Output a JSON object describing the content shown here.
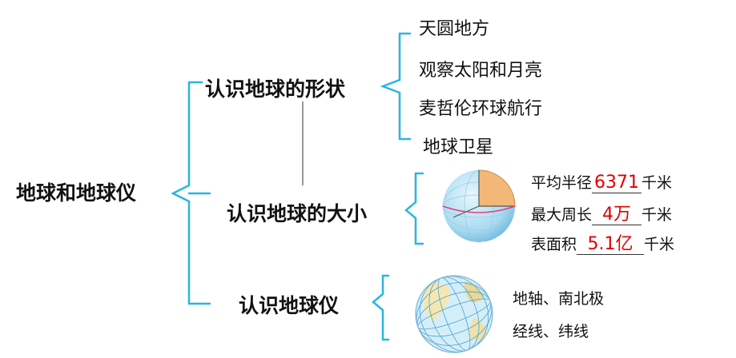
{
  "root": "地球和地球仪",
  "branches": [
    {
      "label": "认识地球的形状",
      "items": [
        "天圆地方",
        "观察太阳和月亮",
        "麦哲伦环球航行",
        "地球卫星"
      ]
    },
    {
      "label": "认识地球的大小",
      "facts": [
        {
          "label": "平均半径",
          "value": "6371",
          "unit": "千米"
        },
        {
          "label": "最大周长",
          "value": "4万",
          "unit": "千米"
        },
        {
          "label": "表面积",
          "value": "5.1亿",
          "unit": "千米"
        }
      ]
    },
    {
      "label": "认识地球仪",
      "items": [
        "地轴、南北极",
        "经线、纬线"
      ]
    }
  ],
  "colors": {
    "bracket": "#29b6e0",
    "answer": "#e00000",
    "globe_fill": "#bfe3f3",
    "globe_cut": "#f3b777"
  }
}
